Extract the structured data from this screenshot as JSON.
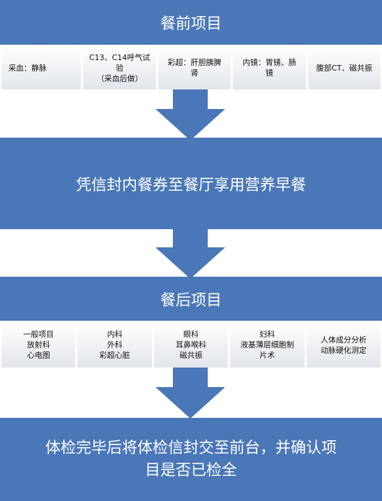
{
  "pre_meal": {
    "title": "餐前项目",
    "items": [
      {
        "lines": [
          "采血：静脉"
        ]
      },
      {
        "lines": [
          "C13、C14呼气试",
          "验",
          "（采血后做）"
        ]
      },
      {
        "lines": [
          "彩超：肝胆胰脾",
          "肾"
        ]
      },
      {
        "lines": [
          "内镜：胃镜、肠",
          "镜"
        ]
      },
      {
        "lines": [
          "腹部CT、磁共振"
        ]
      }
    ]
  },
  "breakfast": {
    "text": "凭信封内餐券至餐厅享用营养早餐"
  },
  "post_meal": {
    "title": "餐后项目",
    "items": [
      {
        "lines": [
          "一般项目",
          "放射科",
          "心电图"
        ]
      },
      {
        "lines": [
          "内科",
          "外科",
          "彩超心脏"
        ]
      },
      {
        "lines": [
          "眼科",
          "耳鼻喉科",
          "磁共振"
        ]
      },
      {
        "lines": [
          "妇科",
          "液基薄层细胞制",
          "片术"
        ]
      },
      {
        "lines": [
          "人体成分分析",
          "动脉硬化测定"
        ]
      }
    ]
  },
  "final": {
    "lines": [
      "体检完毕后将体检信封交至前台，并确认项",
      "目是否已检全"
    ]
  },
  "colors": {
    "band": "#4a77b7",
    "text_on_band": "#ffffff"
  }
}
